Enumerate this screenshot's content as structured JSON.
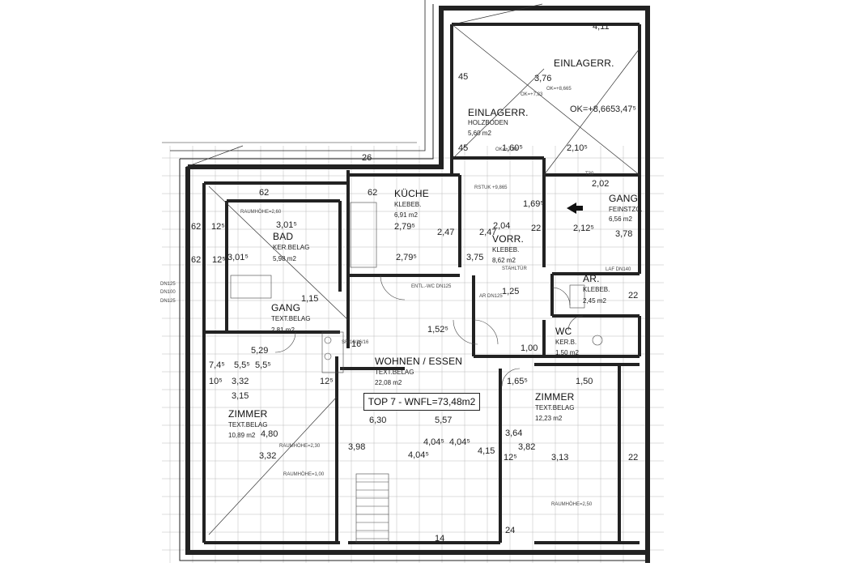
{
  "rooms": {
    "einlagerr_top": {
      "name": "EINLAGERR.",
      "dim": "3,76"
    },
    "einlagerr_mid": {
      "name": "EINLAGERR.",
      "floor": "HOLZBODEN",
      "area": "5,60 m2",
      "ok": "OK=+8,665"
    },
    "gang_right": {
      "name": "GANG",
      "floor": "FEINSTZG.",
      "area": "6,56 m2"
    },
    "kuche": {
      "name": "KÜCHE",
      "floor": "KLEBEB.",
      "area": "6,91 m2"
    },
    "bad": {
      "name": "BAD",
      "floor": "KER.BELAG",
      "area": "5,98 m2"
    },
    "vorr": {
      "name": "VORR.",
      "floor": "KLEBEB.",
      "area": "8,62 m2"
    },
    "ar": {
      "name": "AR.",
      "floor": "KLEBEB.",
      "area": "2,45 m2"
    },
    "gang_left": {
      "name": "GANG",
      "floor": "TEXT.BELAG",
      "area": "2,81 m2"
    },
    "wc": {
      "name": "WC",
      "floor": "KER.B.",
      "area": "1,50 m2"
    },
    "wohnen": {
      "name": "WOHNEN / ESSEN",
      "floor": "TEXT.BELAG",
      "area": "22,08 m2"
    },
    "zimmer_left": {
      "name": "ZIMMER",
      "floor": "TEXT.BELAG",
      "area": "10,89 m2"
    },
    "zimmer_right": {
      "name": "ZIMMER",
      "floor": "TEXT.BELAG",
      "area": "12,23 m2"
    }
  },
  "total_label": "TOP 7 - WNFL=73,48m2",
  "dimensions": [
    "3,01⁵",
    "3,01⁵",
    "2,79⁵",
    "2,79⁵",
    "2,47",
    "2,47",
    "2,04",
    "3,75",
    "1,69⁵",
    "2,12⁵",
    "3,78",
    "2,02",
    "2,10⁵",
    "3,47⁵",
    "1,60⁵",
    "4,11",
    "3,32",
    "3,15",
    "3,32",
    "4,80",
    "3,98",
    "6,30",
    "5,57",
    "4,04⁵",
    "4,04⁵",
    "4,04⁵",
    "4,15",
    "3,64",
    "3,82",
    "3,13",
    "1,65⁵",
    "1,50",
    "1,52⁵",
    "1,15",
    "1,00",
    "1,25",
    "7,4⁵",
    "5,5⁵",
    "5,5⁵",
    "5,29",
    "12⁵",
    "12⁵",
    "12⁵",
    "12⁵",
    "62",
    "62",
    "62",
    "62",
    "22",
    "22",
    "22",
    "45",
    "45",
    "26",
    "24",
    "16",
    "14",
    "10⁵"
  ],
  "notes": [
    "RAUMHÖHE=2,60",
    "RAUMHÖHE=2,30",
    "RAUMHÖHE=1,00",
    "RAUMHÖHE=2,50",
    "STAHLTÜR",
    "ENTL.-WC DN125",
    "AR DN125",
    "LAF DN140",
    "SR 16/16/16",
    "RSTUK +9,865",
    "OK=+7,83",
    "OK=+8,665",
    "OK=+7,83",
    "DN125",
    "DN100",
    "DN125",
    "T30"
  ]
}
